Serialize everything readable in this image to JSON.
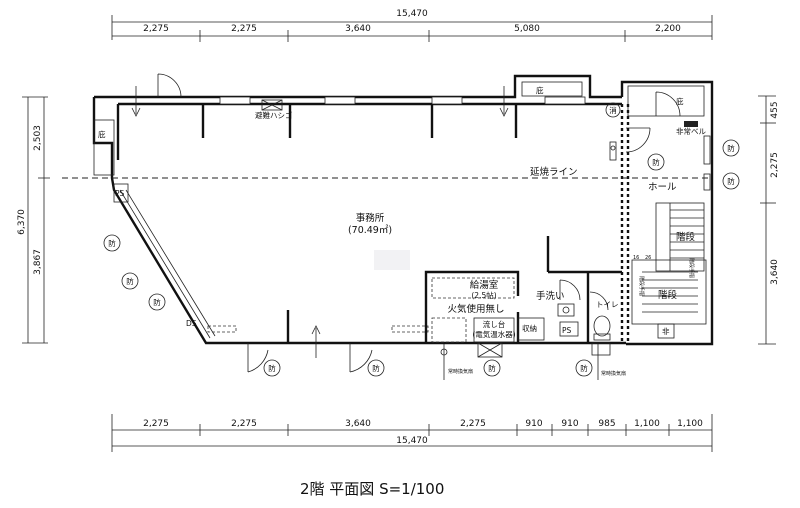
{
  "title": "2階 平面図 S=1/100",
  "dims": {
    "top_total": "15,470",
    "top": [
      "2,275",
      "2,275",
      "3,640",
      "5,080",
      "2,200"
    ],
    "bottom": [
      "2,275",
      "2,275",
      "3,640",
      "2,275",
      "910",
      "910",
      "985",
      "1,100",
      "1,100"
    ],
    "bottom_total": "15,470",
    "left_total": "6,370",
    "left": [
      "2,503",
      "3,867"
    ],
    "right": [
      "455",
      "2,275",
      "3,640"
    ]
  },
  "rooms": {
    "office": "事務所",
    "office_area": "(70.49㎡)",
    "hall": "ホール",
    "kitchen": "給湯室",
    "kitchen_size": "(2.5帖)",
    "no_fire": "火気使用無し",
    "sink": "流し台",
    "sink_note": "(電気温水器)",
    "handwash": "手洗い",
    "storage": "収納",
    "toilet": "トイレ",
    "stairs": "階段",
    "stairs2": "階段",
    "emergency": "非常ベル",
    "fire_line": "延焼ライン"
  },
  "labels": {
    "eaves": "庇",
    "ps": "PS",
    "ds": "DS",
    "fire_mark": "防",
    "extinguisher": "消",
    "fire_hydrant": "消",
    "emergency_light": "非",
    "vent": "常時換気扇",
    "evac_ladder": "避難ハシゴ",
    "handrail": "階段手摺",
    "step_num1": "16",
    "step_num2": "26"
  }
}
